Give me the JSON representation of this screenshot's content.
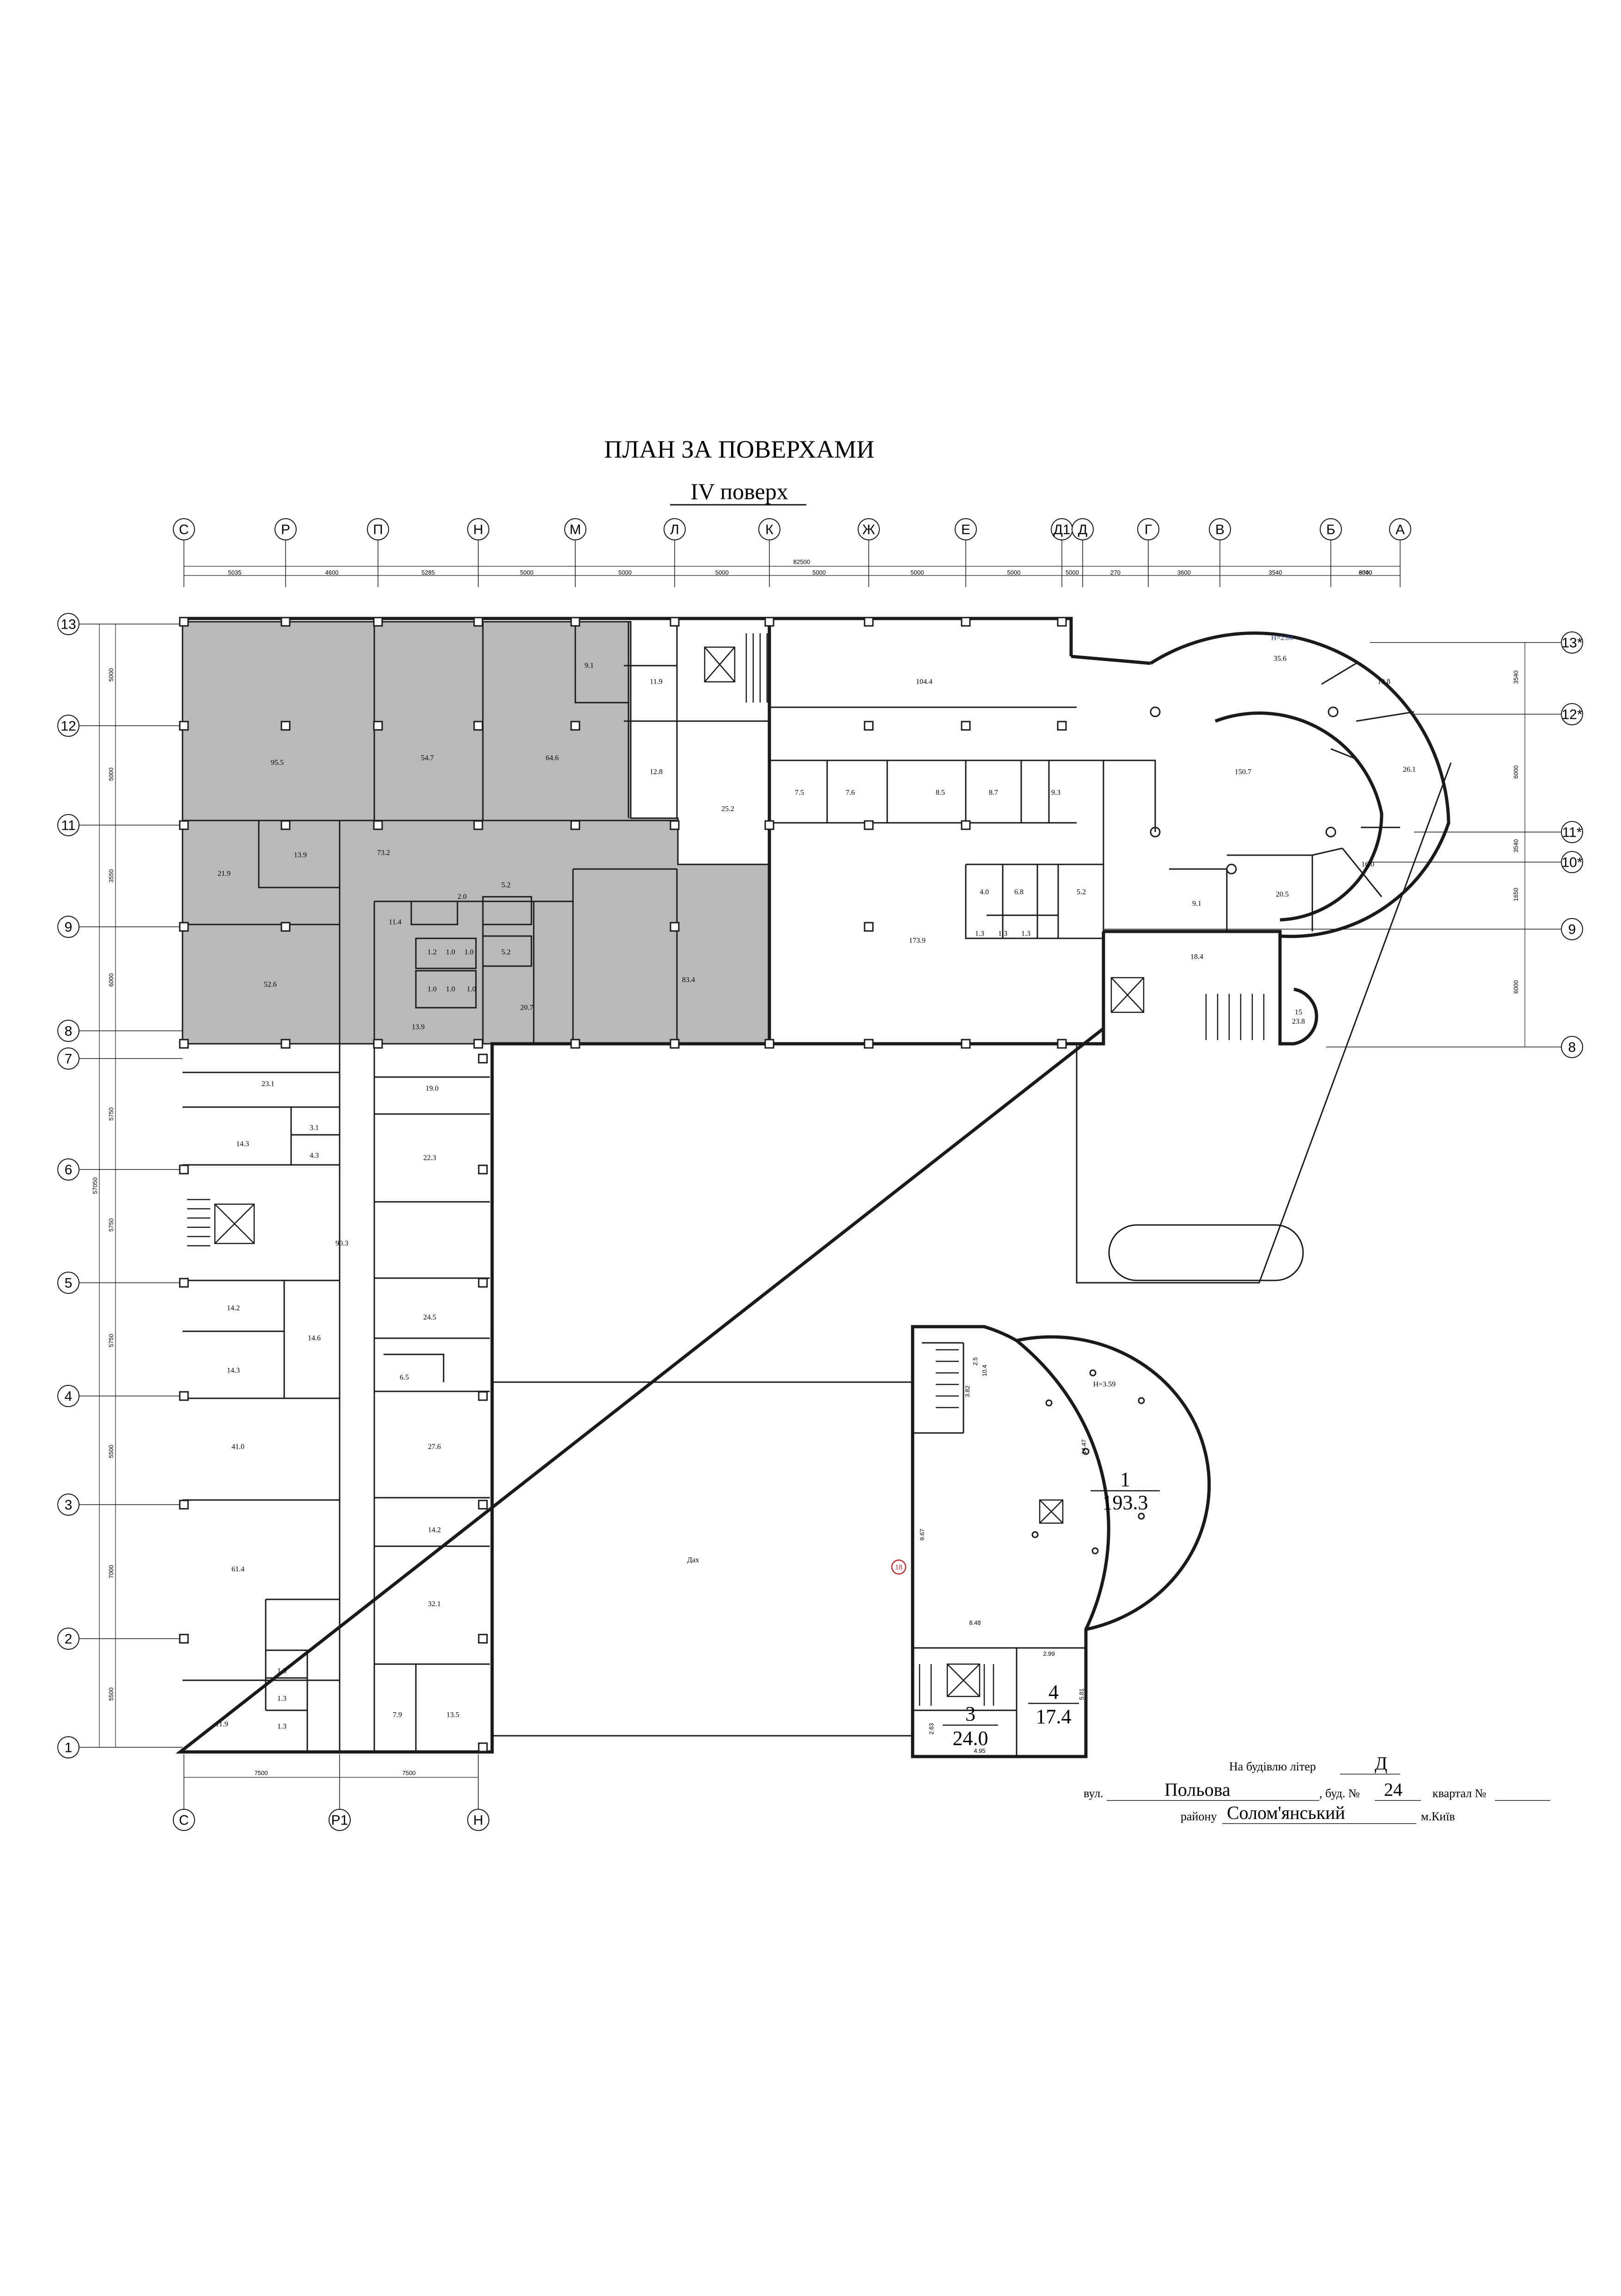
{
  "title": "ПЛАН  ЗА  ПОВЕРХАМИ",
  "subtitle": "IV поверх",
  "axes_top": [
    "С",
    "Р",
    "П",
    "Н",
    "М",
    "Л",
    "К",
    "Ж",
    "Е",
    "Д1",
    "Д",
    "Г",
    "В",
    "Б",
    "А"
  ],
  "axes_bottom": [
    "С",
    "Р1",
    "Н"
  ],
  "axes_left": [
    "13",
    "12",
    "11",
    "9",
    "8",
    "7",
    "6",
    "5",
    "4",
    "3",
    "2",
    "1"
  ],
  "axes_right": [
    "13*",
    "12*",
    "11*",
    "10*",
    "9",
    "8"
  ],
  "dims_top": [
    "5035",
    "4600",
    "5285",
    "5000",
    "5000",
    "5000",
    "5000",
    "5000",
    "5000",
    "5000",
    "270",
    "3600",
    "3540",
    "6000",
    "3540"
  ],
  "dim_top_total": "82500",
  "dims_left": [
    "5000",
    "5000",
    "3550",
    "6000",
    "5750",
    "5750",
    "5750",
    "5500",
    "7000",
    "5500"
  ],
  "dim_left_total": "57050",
  "dims_right": [
    "3540",
    "6000",
    "3540",
    "1650",
    "6000"
  ],
  "dims_bottom": [
    "7500",
    "7500"
  ],
  "heights": {
    "main": "H=2.86",
    "tower": "H=3.59"
  },
  "rooms_shaded": [
    "95.5",
    "54.7",
    "64.6",
    "9.1",
    "21.9",
    "13.9",
    "73.2",
    "2.0",
    "5.2",
    "11.4",
    "5.2",
    "1.2",
    "1.0",
    "1.0",
    "1.0",
    "1.0",
    "1.0",
    "13.9",
    "20.7",
    "83.4",
    "52.6"
  ],
  "rooms": [
    "11.9",
    "12.8",
    "104.4",
    "25.2",
    "7.5",
    "7.6",
    "8.5",
    "8.7",
    "9.3",
    "173.9",
    "4.0",
    "6.8",
    "5.2",
    "1.3",
    "1.3",
    "1.3",
    "35.6",
    "10.8",
    "150.7",
    "26.1",
    "16.0",
    "20.5",
    "9.1",
    "18.4",
    "15",
    "23.8",
    "23.1",
    "19.0",
    "14.3",
    "3.1",
    "4.3",
    "22.3",
    "90.3",
    "14.2",
    "14.6",
    "24.5",
    "14.3",
    "6.5",
    "41.0",
    "27.6",
    "14.2",
    "61.4",
    "32.1",
    "1.3",
    "1.3",
    "1.3",
    "11.9",
    "7.9",
    "13.5"
  ],
  "roof_label": "Дах",
  "marker": "18",
  "tower": {
    "room_num": "1",
    "room_area": "193.3",
    "stair_num": "3",
    "stair_area": "24.0",
    "room4_num": "4",
    "room4_area": "17.4",
    "dims": [
      "3.82",
      "10.4",
      "14.47",
      "9.67",
      "8.48",
      "2.99",
      "5.81",
      "2.63",
      "4.95",
      "2.5"
    ]
  },
  "stamp": {
    "letter_label": "На будівлю літер",
    "letter": "Д",
    "street_label": "вул.",
    "street": "Польова",
    "building_label": ", буд. №",
    "building": "24",
    "block_label": "квартал №",
    "district_label": "району",
    "district": "Солом'янський",
    "city": "м.Київ"
  },
  "colors": {
    "line": "#1a1a1a",
    "shade": "#b9b9b9",
    "marker": "#cc2222"
  }
}
